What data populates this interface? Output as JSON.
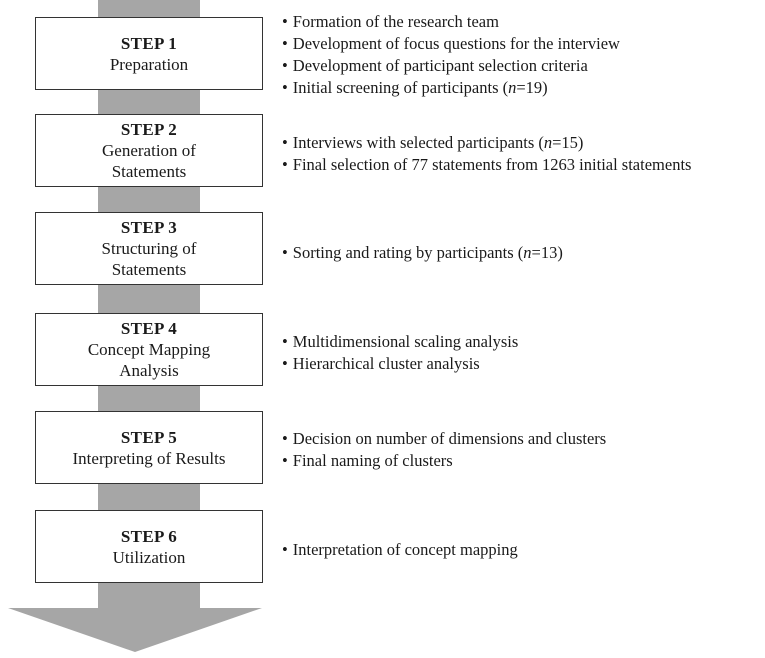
{
  "colors": {
    "arrow": "#a6a6a6",
    "box_border": "#333333",
    "text": "#1a1a1a"
  },
  "steps": [
    {
      "title": "STEP 1",
      "subtitle": "Preparation",
      "bullets": [
        {
          "pre": "Formation of the research team",
          "n": "",
          "post": ""
        },
        {
          "pre": "Development of focus questions for the interview",
          "n": "",
          "post": ""
        },
        {
          "pre": "Development of participant selection criteria",
          "n": "",
          "post": ""
        },
        {
          "pre": "Initial screening of participants (",
          "n": "n",
          "post": "=19)"
        }
      ]
    },
    {
      "title": "STEP 2",
      "subtitle": "Generation of\nStatements",
      "bullets": [
        {
          "pre": "Interviews with selected participants (",
          "n": "n",
          "post": "=15)"
        },
        {
          "pre": "Final selection of 77 statements from 1263 initial statements",
          "n": "",
          "post": ""
        }
      ]
    },
    {
      "title": "STEP 3",
      "subtitle": "Structuring of\nStatements",
      "bullets": [
        {
          "pre": "Sorting and rating by participants (",
          "n": "n",
          "post": "=13)"
        }
      ]
    },
    {
      "title": "STEP 4",
      "subtitle": "Concept Mapping\nAnalysis",
      "bullets": [
        {
          "pre": "Multidimensional scaling analysis",
          "n": "",
          "post": ""
        },
        {
          "pre": "Hierarchical cluster analysis",
          "n": "",
          "post": ""
        }
      ]
    },
    {
      "title": "STEP 5",
      "subtitle": "Interpreting of Results",
      "bullets": [
        {
          "pre": "Decision on number of dimensions and clusters",
          "n": "",
          "post": ""
        },
        {
          "pre": "Final naming of clusters",
          "n": "",
          "post": ""
        }
      ]
    },
    {
      "title": "STEP 6",
      "subtitle": "Utilization",
      "bullets": [
        {
          "pre": "Interpretation of concept mapping",
          "n": "",
          "post": ""
        }
      ]
    }
  ]
}
